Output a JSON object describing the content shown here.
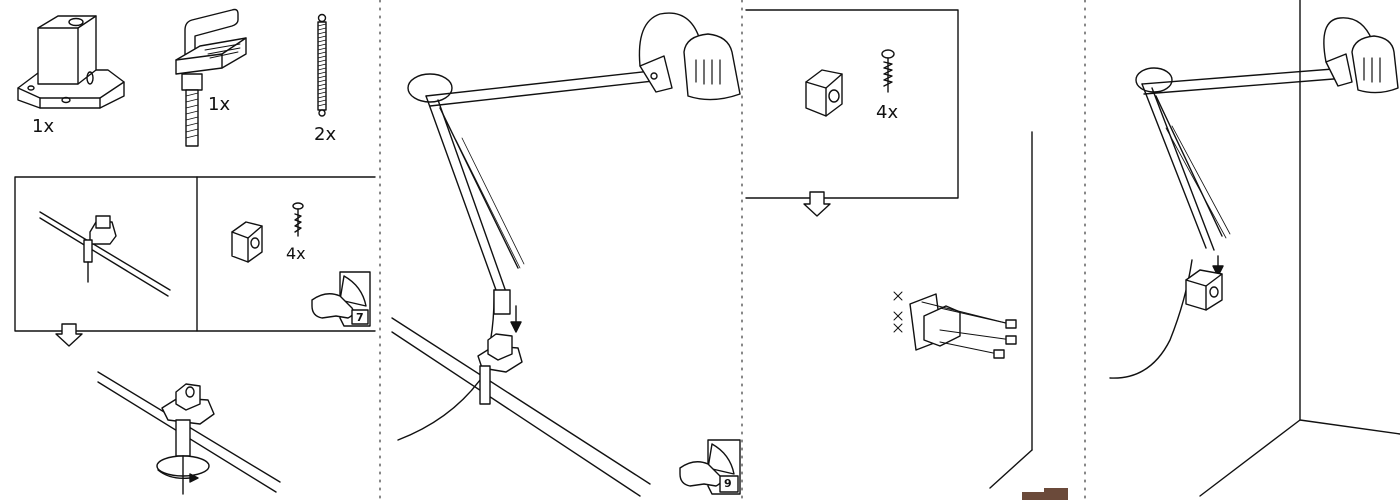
{
  "parts": {
    "clamp_block_qty": "1x",
    "clamp_screw_qty": "1x",
    "spring_qty": "2x"
  },
  "panel_left": {
    "screw_qty": "4x",
    "page_ref": "7"
  },
  "panel_right": {
    "screw_qty": "4x"
  },
  "center": {
    "page_ref": "9"
  },
  "colors": {
    "line": "#111111",
    "floor_accent": "#6b4a3a"
  }
}
